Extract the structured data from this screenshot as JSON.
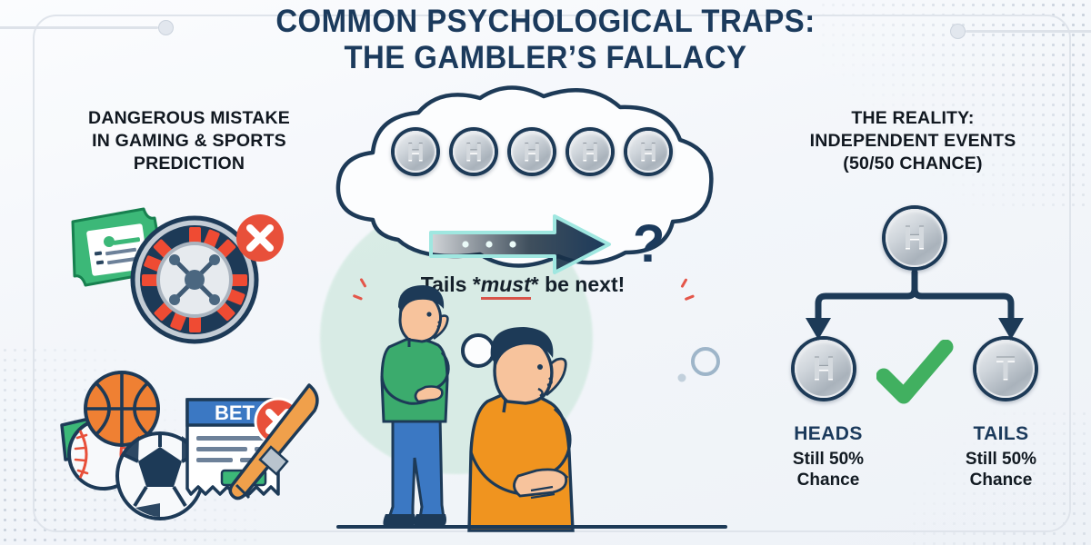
{
  "title": {
    "line1": "COMMON PSYCHOLOGICAL TRAPS:",
    "line2": "THE GAMBLER’S FALLACY",
    "color": "#1b3a5c"
  },
  "left_panel": {
    "heading_line1": "DANGEROUS MISTAKE",
    "heading_line2": "IN GAMING & SPORTS",
    "heading_line3": "PREDICTION",
    "icons": [
      {
        "name": "betting-ticket-icon",
        "color": "#3cb878"
      },
      {
        "name": "roulette-wheel-icon",
        "color": "#1d3a57"
      },
      {
        "name": "red-x-badge-icon",
        "color": "#e8503a"
      },
      {
        "name": "basketball-icon",
        "color": "#ef8033"
      },
      {
        "name": "baseball-icon",
        "color": "#ffffff"
      },
      {
        "name": "soccer-ball-icon",
        "color": "#1d3a57"
      },
      {
        "name": "baseball-bat-icon",
        "color": "#f0a04b"
      }
    ],
    "bet_slip_label": "BET"
  },
  "center_panel": {
    "coin_sequence": [
      "H",
      "H",
      "H",
      "H",
      "H"
    ],
    "arrow_dots": 3,
    "question_mark": "?",
    "thought_prefix": "Tails *",
    "thought_emphasis": "must",
    "thought_suffix": "* be next!",
    "characters": [
      {
        "name": "thinking-person-green",
        "shirt": "#3bab6d",
        "pants": "#3b78c3",
        "hair": "#1d3a57"
      },
      {
        "name": "thinking-person-orange",
        "shirt": "#f0941f",
        "hair": "#1d3a57"
      }
    ]
  },
  "right_panel": {
    "heading_line1": "THE REALITY:",
    "heading_line2": "INDEPENDENT EVENTS",
    "heading_line3": "(50/50 CHANCE)",
    "root_coin": "H",
    "outcomes": [
      {
        "coin": "H",
        "name": "HEADS",
        "sub_line1": "Still 50%",
        "sub_line2": "Chance"
      },
      {
        "coin": "T",
        "name": "TAILS",
        "sub_line1": "Still 50%",
        "sub_line2": "Chance"
      }
    ],
    "checkmark_color": "#41b060"
  },
  "palette": {
    "navy": "#1b3a5c",
    "dark_text": "#121a22",
    "mint": "#cfe8de",
    "red_accent": "#e4564a",
    "green_accent": "#41b060",
    "background": "#f3f6fa"
  }
}
